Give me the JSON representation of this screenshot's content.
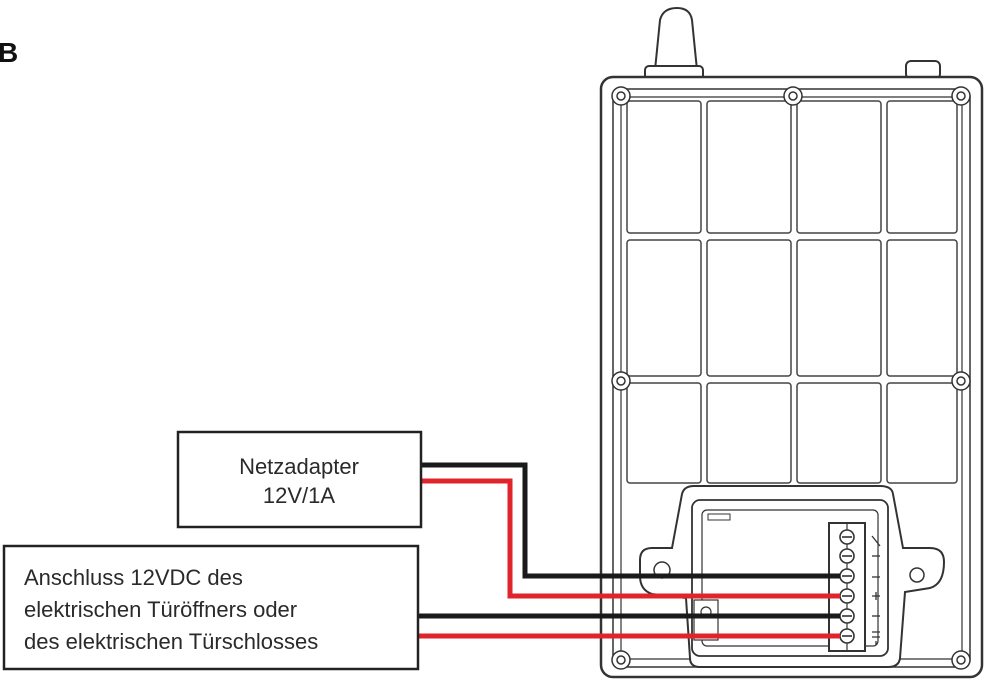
{
  "figure": {
    "letter": "B"
  },
  "adapter": {
    "line1": "Netzadapter",
    "line2": "12V/1A"
  },
  "lock": {
    "line1": "Anschluss 12VDC des",
    "line2": "elektrischen Türöffners oder",
    "line3": "des elektrischen Türschlosses"
  },
  "colors": {
    "wire_black": "#1a1a1a",
    "wire_red": "#e0242b",
    "outline": "#333333",
    "housing_fill": "#ffffff"
  },
  "icons": {
    "terminal": "terminal-screw-icon",
    "screw": "mounting-screw-icon"
  }
}
